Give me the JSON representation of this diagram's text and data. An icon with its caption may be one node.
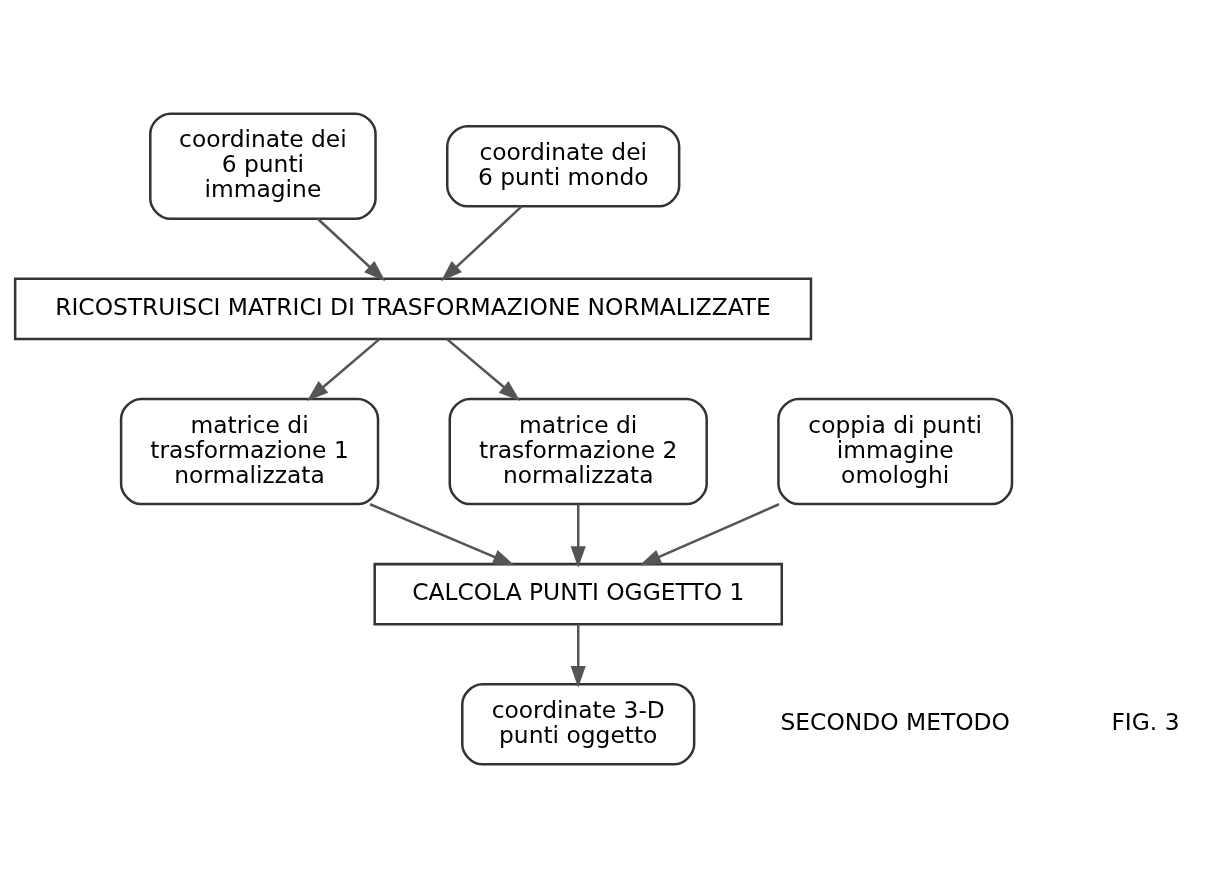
{
  "diagram": {
    "nodes": [
      {
        "text": [
          "coordinate dei 6 punti immagine"
        ]
      },
      {
        "text": [
          "coordinate dei 6 punti mondo"
        ]
      },
      {
        "text": [
          "RICOSTRUISCI MATRICI DI TRASFORMAZIONE NORMALIZZATE"
        ]
      },
      {
        "text": [
          "matrice di trasformazione 1 normalizzata"
        ]
      },
      {
        "text": [
          "matrice di trasformazione 2 normalizzata"
        ]
      },
      {
        "text": [
          "coppia di punti immagine omologhi"
        ]
      },
      {
        "text": [
          "CALCOLA PUNTI OGGETTO 1"
        ]
      },
      {
        "text": [
          "coordinate 3-D punti oggetto"
        ]
      }
    ],
    "edges": [
      {
        "from": 0,
        "to": 2,
        "arrow": "to"
      },
      {
        "from": 1,
        "to": 2,
        "arrow": "to"
      },
      {
        "from": 2,
        "to": 3,
        "arrow": "to"
      },
      {
        "from": 2,
        "to": 4,
        "arrow": "to"
      },
      {
        "from": 3,
        "to": 6,
        "arrow": "to"
      },
      {
        "from": 4,
        "to": 6,
        "arrow": "to"
      },
      {
        "from": 5,
        "to": 6,
        "arrow": "to"
      },
      {
        "from": 6,
        "to": 7,
        "arrow": "to"
      }
    ],
    "labels": [
      "SECONDO METODO",
      "FIG. 3"
    ]
  }
}
